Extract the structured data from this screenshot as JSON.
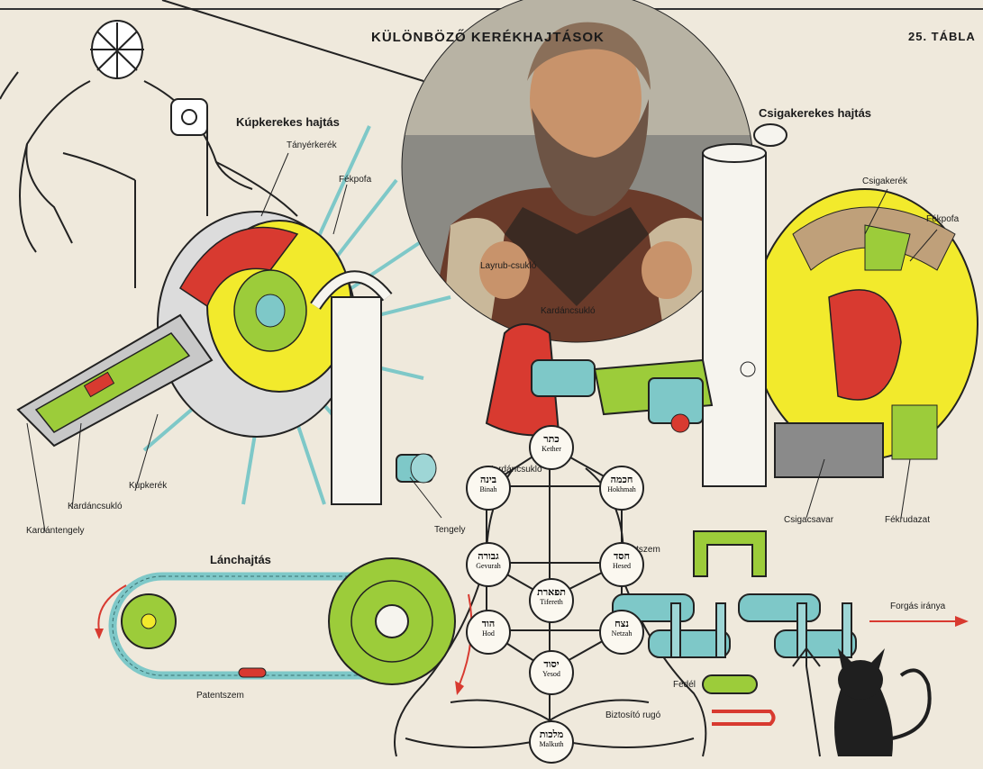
{
  "header": {
    "title": "KÜLÖNBÖZŐ KERÉKHAJTÁSOK",
    "plate": "25. TÁBLA"
  },
  "sections": {
    "kupkerekes": "Kúpkerekes hajtás",
    "csigakerekes": "Csigakerekes hajtás",
    "lanchajtas": "Lánchajtás"
  },
  "labels": {
    "tanyerkerek": "Tányérkerék",
    "fekpofa_left": "Fékpofa",
    "layrub": "Layrub-csukló",
    "kardancsuklo_top": "Kardáncsukló",
    "kardancsuklo_mid": "Kardáncsukló",
    "kardancsuklo_left": "Kardáncsukló",
    "kupkerek": "Kúpkerék",
    "kardantengely": "Kardántengely",
    "tengely": "Tengely",
    "csigakerek": "Csigakerék",
    "fekpofa_right": "Fékpofa",
    "csigacsavar": "Csigacsavar",
    "fekrudazat": "Fékrudazat",
    "patentszem_right": "Patentszem",
    "patentszem_left": "Patentszem",
    "forgas": "Forgás iránya",
    "fedel": "Fedél",
    "biztosito": "Biztosító rugó"
  },
  "sephirot": [
    {
      "id": "kether",
      "hebrew": "כתר",
      "name": "Kether"
    },
    {
      "id": "binah",
      "hebrew": "בינה",
      "name": "Binah"
    },
    {
      "id": "hokhmah",
      "hebrew": "חכמה",
      "name": "Hokhmah"
    },
    {
      "id": "gevurah",
      "hebrew": "גבורה",
      "name": "Gevurah"
    },
    {
      "id": "hesed",
      "hebrew": "חסד",
      "name": "Hesed"
    },
    {
      "id": "tifereth",
      "hebrew": "תפארת",
      "name": "Tifereth"
    },
    {
      "id": "hod",
      "hebrew": "הוד",
      "name": "Hod"
    },
    {
      "id": "netzah",
      "hebrew": "נצח",
      "name": "Netzah"
    },
    {
      "id": "yesod",
      "hebrew": "יסוד",
      "name": "Yesod"
    },
    {
      "id": "malkuth",
      "hebrew": "מלכות",
      "name": "Malkuth"
    }
  ],
  "colors": {
    "paper": "#efe9dc",
    "yellow": "#f2ea2c",
    "green": "#9ccc3a",
    "red": "#d83a30",
    "teal": "#7ec8c8",
    "ink": "#1b1b1b"
  }
}
